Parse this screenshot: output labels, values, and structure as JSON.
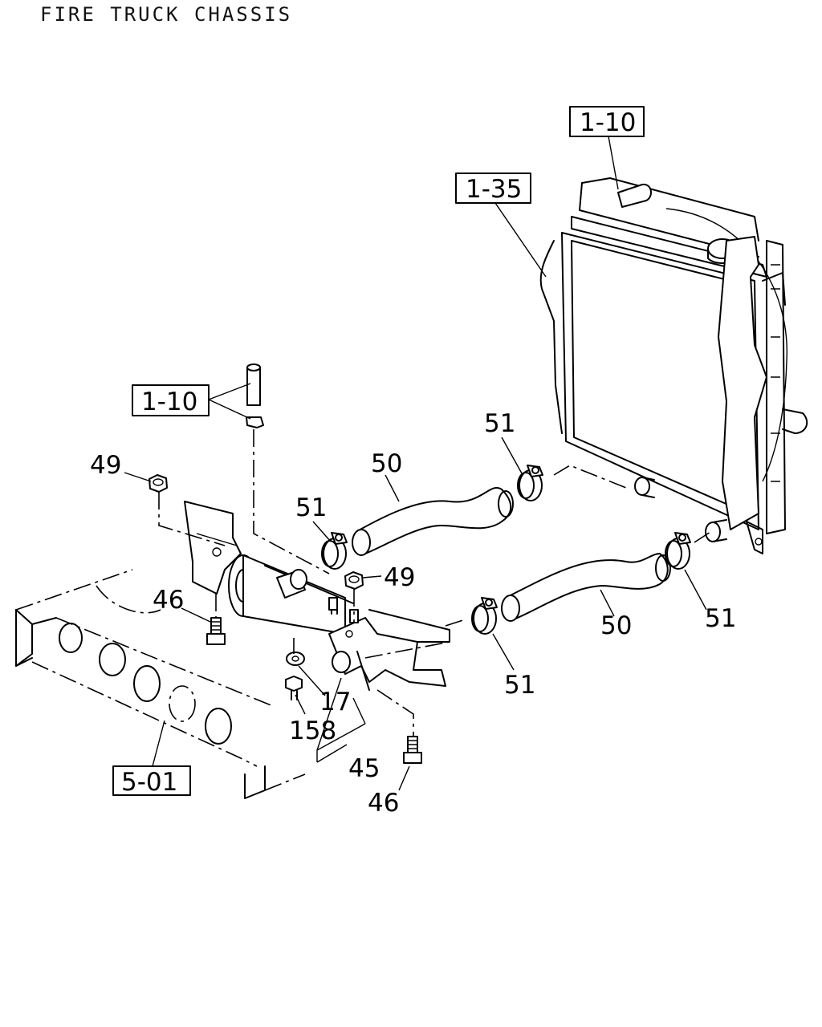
{
  "header": {
    "title": "FIRE TRUCK CHASSIS"
  },
  "refs": {
    "top_1_10": "1-10",
    "ref_1_35": "1-35",
    "left_1_10": "1-10",
    "ref_5_01": "5-01"
  },
  "callouts": {
    "n49_left": "49",
    "n49_right": "49",
    "n46_left": "46",
    "n46_bottom": "46",
    "n50_top": "50",
    "n50_bottom": "50",
    "n51_top_right": "51",
    "n51_top_left": "51",
    "n51_right": "51",
    "n51_bottom": "51",
    "n17": "17",
    "n158": "158",
    "n45": "45"
  }
}
